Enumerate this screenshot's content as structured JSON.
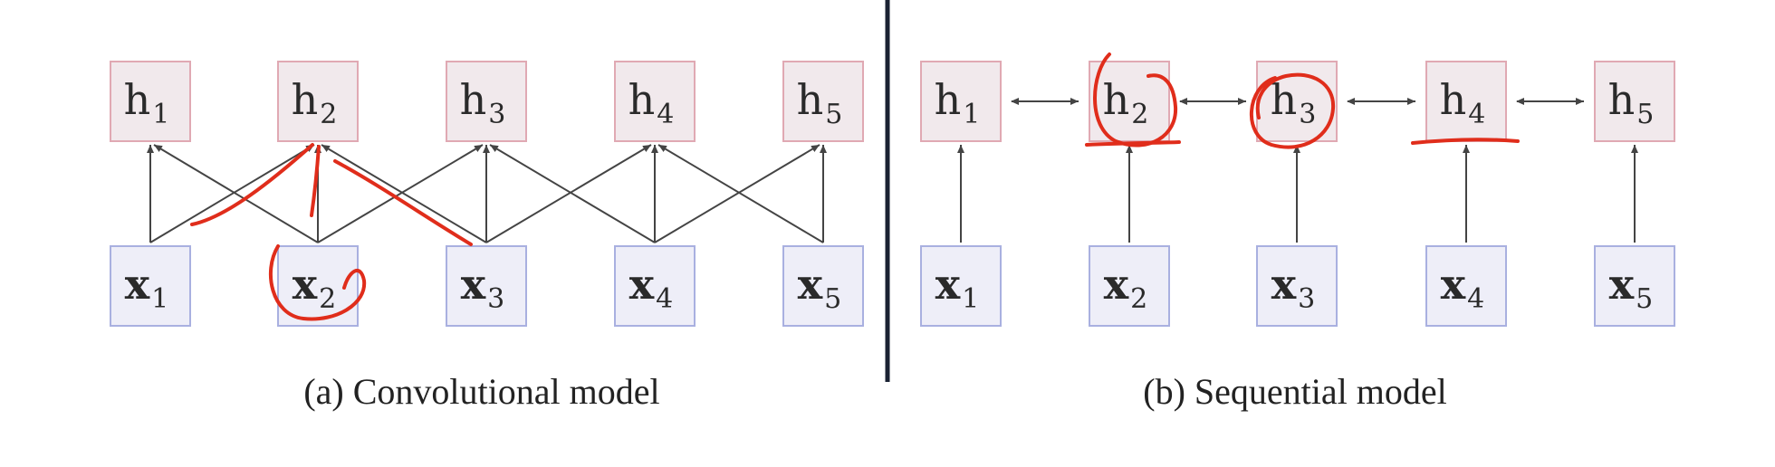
{
  "panels": [
    {
      "id": "conv",
      "caption": "(a) Convolutional model",
      "hidden": [
        {
          "base": "h",
          "sub": "1"
        },
        {
          "base": "h",
          "sub": "2"
        },
        {
          "base": "h",
          "sub": "3"
        },
        {
          "base": "h",
          "sub": "4"
        },
        {
          "base": "h",
          "sub": "5"
        }
      ],
      "inputs": [
        {
          "base": "x",
          "sub": "1"
        },
        {
          "base": "x",
          "sub": "2"
        },
        {
          "base": "x",
          "sub": "3"
        },
        {
          "base": "x",
          "sub": "4"
        },
        {
          "base": "x",
          "sub": "5"
        }
      ]
    },
    {
      "id": "seq",
      "caption": "(b) Sequential model",
      "hidden": [
        {
          "base": "h",
          "sub": "1"
        },
        {
          "base": "h",
          "sub": "2"
        },
        {
          "base": "h",
          "sub": "3"
        },
        {
          "base": "h",
          "sub": "4"
        },
        {
          "base": "h",
          "sub": "5"
        }
      ],
      "inputs": [
        {
          "base": "x",
          "sub": "1"
        },
        {
          "base": "x",
          "sub": "2"
        },
        {
          "base": "x",
          "sub": "3"
        },
        {
          "base": "x",
          "sub": "4"
        },
        {
          "base": "x",
          "sub": "5"
        }
      ]
    }
  ],
  "colors": {
    "hidden_fill": "#f1e9ec",
    "hidden_stroke": "#e0a9b3",
    "input_fill": "#eeeef8",
    "input_stroke": "#a9b0e0",
    "arrow": "#444444",
    "annotation": "#e02d1b",
    "divider": "#1a2233"
  }
}
